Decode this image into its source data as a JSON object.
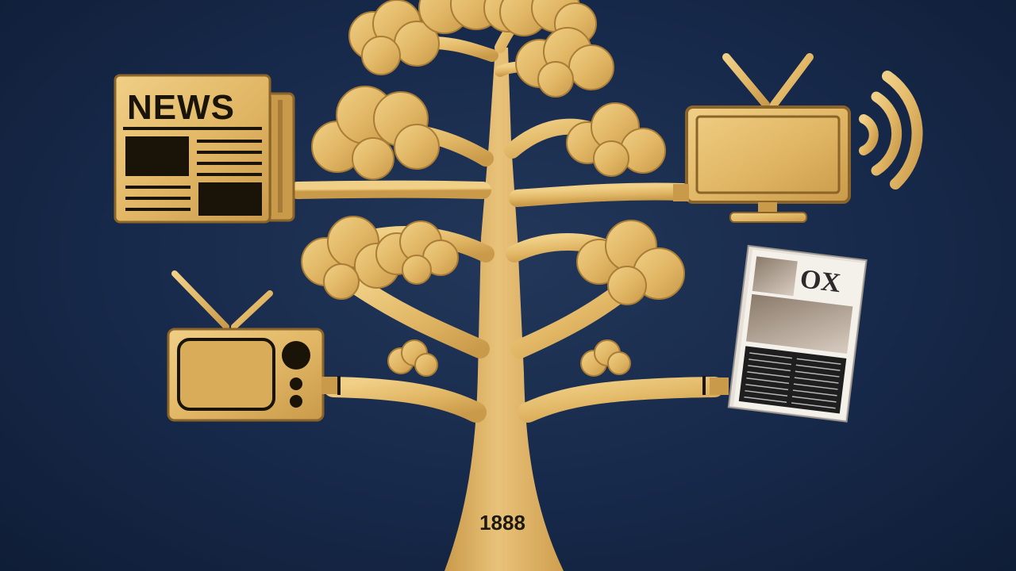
{
  "newspaper": {
    "headline": "NEWS"
  },
  "magazine": {
    "masthead": "OX"
  },
  "tree": {
    "year": "1888"
  },
  "colors": {
    "background": "#17294a",
    "gold": "#e2b867",
    "gold_dark": "#b8893d",
    "ink": "#1a1408"
  },
  "icons": [
    "newspaper-icon",
    "tv-icon",
    "broadcast-waves-icon",
    "retro-tv-icon",
    "magazine-icon",
    "tree-icon"
  ]
}
